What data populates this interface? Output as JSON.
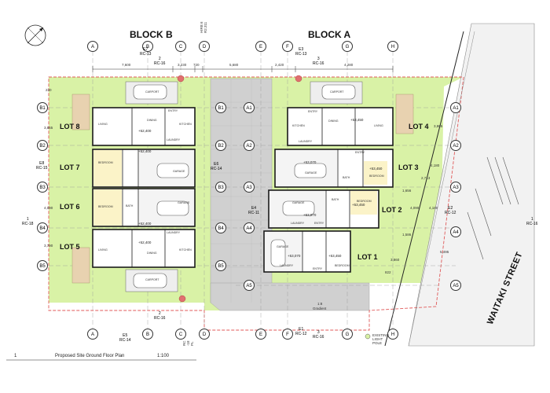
{
  "blocks": {
    "block_b": "BLOCK B",
    "block_a": "BLOCK A"
  },
  "lots": {
    "lot1": "LOT 1",
    "lot2": "LOT 2",
    "lot3": "LOT 3",
    "lot4": "LOT 4",
    "lot5": "LOT 5",
    "lot6": "LOT 6",
    "lot7": "LOT 7",
    "lot8": "LOT 8"
  },
  "street": "WAITAKI STREET",
  "caption": {
    "number": "1",
    "title": "Proposed Site Ground Floor Plan",
    "scale": "1:100"
  },
  "grid_letters": [
    "A",
    "B",
    "C",
    "D",
    "E",
    "F",
    "G",
    "H"
  ],
  "grid_left": [
    "B1",
    "B2",
    "B3",
    "B4",
    "B5"
  ],
  "grid_center_b": [
    "B1",
    "B2",
    "B3",
    "B4",
    "B5"
  ],
  "grid_center_a": [
    "A1",
    "A2",
    "A3",
    "A4",
    "A5"
  ],
  "grid_right": [
    "A1",
    "A2",
    "A3",
    "A4",
    "A5"
  ],
  "sections": {
    "e7": {
      "id": "E7",
      "sheet": "RC-13"
    },
    "e3": {
      "id": "E3",
      "sheet": "RC-13"
    },
    "e8": {
      "id": "E8",
      "sheet": "RC-15"
    },
    "e6": {
      "id": "E6",
      "sheet": "RC-14"
    },
    "e4": {
      "id": "E4",
      "sheet": "RC-11"
    },
    "e2": {
      "id": "E2",
      "sheet": "RC-12"
    },
    "e5": {
      "id": "E5",
      "sheet": "RC-14"
    },
    "e1": {
      "id": "E1",
      "sheet": "RC-12"
    },
    "s1_left": {
      "id": "1",
      "sheet": "RC-18"
    },
    "s1_right": {
      "id": "1",
      "sheet": "RC-16"
    },
    "s2_top": {
      "id": "2",
      "sheet": "RC-16"
    },
    "s3_top": {
      "id": "3",
      "sheet": "RC-16"
    },
    "s2_bot": {
      "id": "2",
      "sheet": "RC-16"
    },
    "s3_bot": {
      "id": "3",
      "sheet": "RC-16"
    }
  },
  "levels": [
    "+52,400",
    "+52,400",
    "+52,400",
    "+52,400",
    "+53,450",
    "+53,070",
    "+53,450",
    "+53,070",
    "+53,450",
    "+53,070",
    "+53,450"
  ],
  "top_dims": [
    "7,600",
    "3,230",
    "720",
    "5,680",
    "2,420",
    "4,280"
  ],
  "side_dims_left": [
    "230",
    "3,865",
    "4,090",
    "3,790"
  ],
  "side_dims_right": [
    "3,865",
    "4,180",
    "2,713",
    "1,656",
    "4,090",
    "4,180",
    "1,586",
    "5,495",
    "3,860",
    "822"
  ],
  "hirb": "HIRB 6\nR2.311",
  "hirb_bottom": "RC\n-18\nPL",
  "gradient": {
    "ratio": "1:8",
    "label": "Gradient"
  },
  "pole_note": "EXISTING\nLIGHT\nPOLE",
  "rooms": {
    "carport": "CARPORT",
    "living": "LIVING",
    "dining": "DINING",
    "kitchen": "KITCHEN",
    "entry": "ENTRY",
    "laundry": "LAUNDRY",
    "bedroom": "BEDROOM",
    "garage": "GARAGE",
    "bath": "BATH"
  },
  "colors": {
    "lawn": "#d9f2a6",
    "paving": "#cfcfcf",
    "boundary": "#e05a5a",
    "wall": "#1a1a1a",
    "deck": "#e8d2b0"
  }
}
